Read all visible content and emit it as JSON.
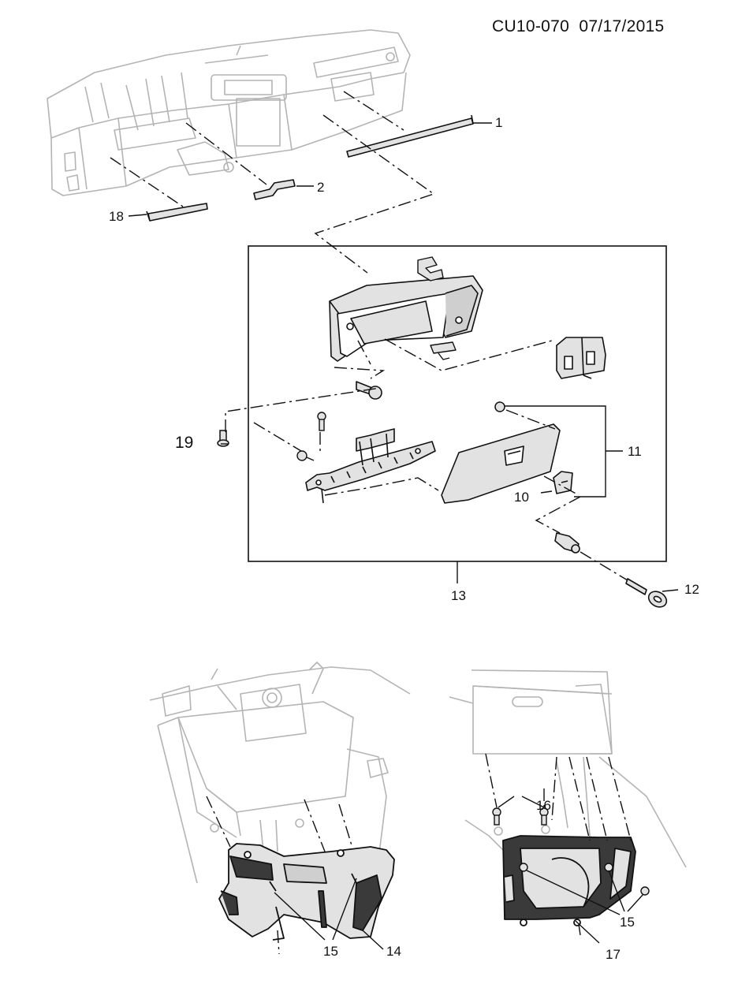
{
  "header": {
    "code": "CU10-070",
    "date": "07/17/2015"
  },
  "callouts": {
    "c1": "1",
    "c2": "2",
    "c10": "10",
    "c11": "11",
    "c12": "12",
    "c13": "13",
    "c14": "14",
    "c15a": "15",
    "c15b": "15",
    "c16": "16",
    "c17": "17",
    "c18": "18",
    "c19": "19"
  },
  "colors": {
    "line": "#111111",
    "ghost": "#b4b4b4",
    "part_fill": "#e2e2e2",
    "part_dark": "#3a3a3a"
  }
}
